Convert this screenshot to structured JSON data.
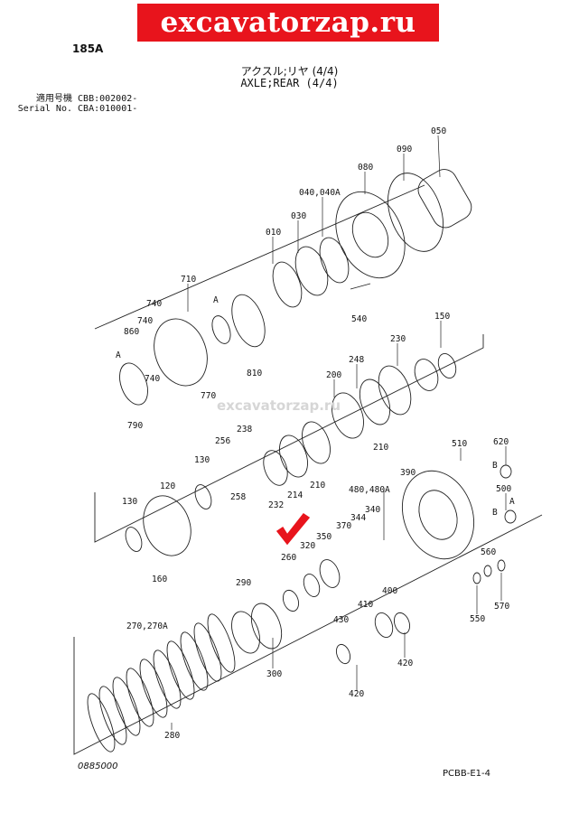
{
  "banner": {
    "text": "excavatorzap.ru",
    "color": "#e8141c"
  },
  "header": {
    "page_number": "185A",
    "title_jp": "アクスル;リヤ (4/4)",
    "title_en": "AXLE;REAR (4/4)",
    "serial_jp_label": "適用号機",
    "serial_jp_value": "CBB:002002-",
    "serial_en_label": "Serial No.",
    "serial_en_value": "CBA:010001-"
  },
  "watermark": "excavatorzap.ru",
  "footer": {
    "left": "0885000",
    "right": "PCBB-E1-4"
  },
  "marker": {
    "color": "#e8141c",
    "part": "260"
  },
  "parts": {
    "p050": "050",
    "p090": "090",
    "p080": "080",
    "p040": "040,040A",
    "p030": "030",
    "p010": "010",
    "p710": "710",
    "p740a": "740",
    "p740b": "740",
    "p740c": "740",
    "p860": "860",
    "pA1": "A",
    "pA2": "A",
    "p790": "790",
    "p770": "770",
    "p810": "810",
    "p540": "540",
    "p150": "150",
    "p230": "230",
    "p248": "248",
    "p200": "200",
    "p210a": "210",
    "p210b": "210",
    "p214": "214",
    "p232": "232",
    "p238": "238",
    "p256": "256",
    "p258": "258",
    "p130a": "130",
    "p120": "120",
    "p130b": "130",
    "p160": "160",
    "p510": "510",
    "p620": "620",
    "pB1": "B",
    "p500": "500",
    "pB2": "B",
    "pA3": "A",
    "p390": "390",
    "p480": "480,480A",
    "p370": "370",
    "p344": "344",
    "p340": "340",
    "p350": "350",
    "p320": "320",
    "p260": "260",
    "p560": "560",
    "p570": "570",
    "p550": "550",
    "p290": "290",
    "p410": "410",
    "p400": "400",
    "p430": "430",
    "p420a": "420",
    "p420b": "420",
    "p270": "270,270A",
    "p300": "300",
    "p280": "280"
  }
}
